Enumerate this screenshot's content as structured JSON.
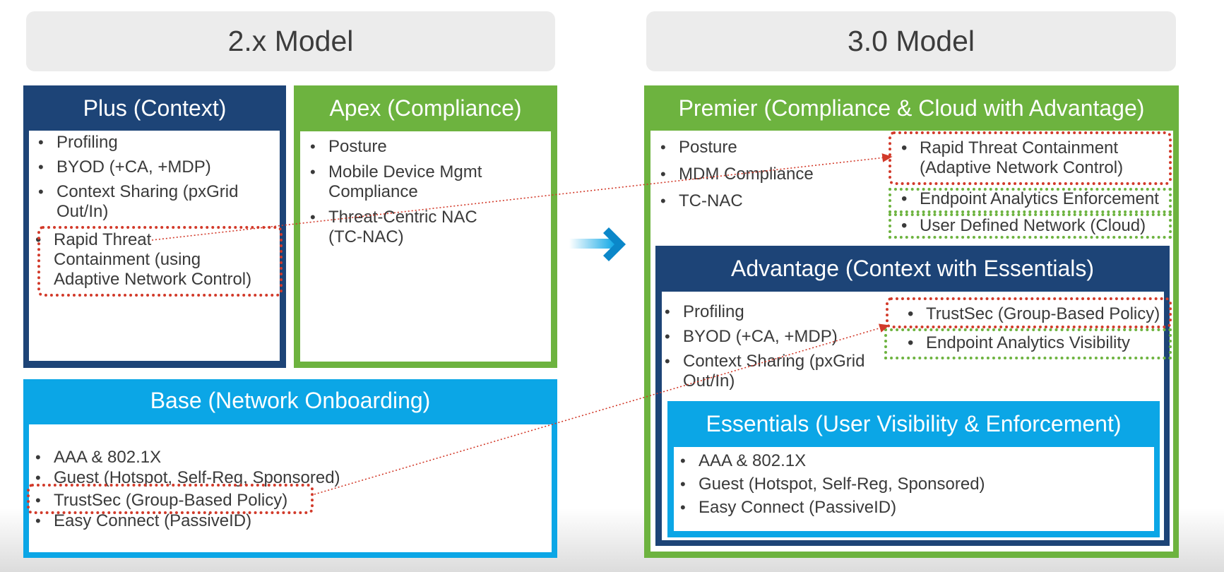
{
  "headers": {
    "left": "2.x Model",
    "right": "3.0 Model"
  },
  "plus": {
    "title": "Plus (Context)",
    "items": [
      "Profiling",
      "BYOD (+CA, +MDP)",
      "Context Sharing (pxGrid",
      "Out/In)"
    ],
    "rtc": [
      "Rapid Threat",
      "Containment  (using",
      "Adaptive Network Control)"
    ]
  },
  "apex": {
    "title": "Apex (Compliance)",
    "items": [
      "Posture",
      "Mobile Device Mgmt",
      "Compliance",
      "Threat-Centric NAC",
      "(TC-NAC)"
    ]
  },
  "base": {
    "title": "Base (Network Onboarding)",
    "items": [
      "AAA & 802.1X",
      "Guest (Hotspot, Self-Reg, Sponsored)",
      "TrustSec (Group-Based Policy)",
      "Easy Connect (PassiveID)"
    ]
  },
  "premier": {
    "title": "Premier (Compliance & Cloud with Advantage)",
    "items": [
      "Posture",
      "MDM Compliance",
      "TC-NAC"
    ],
    "rtc": [
      "Rapid Threat Containment",
      "(Adaptive Network Control)"
    ],
    "new_items": [
      "Endpoint Analytics Enforcement",
      "User Defined Network (Cloud)"
    ]
  },
  "advantage": {
    "title": "Advantage (Context with Essentials)",
    "items": [
      "Profiling",
      "BYOD (+CA, +MDP)",
      "Context Sharing (pxGrid",
      "Out/In)"
    ],
    "trustsec": "TrustSec (Group-Based Policy)",
    "new_item": "Endpoint Analytics Visibility"
  },
  "essentials": {
    "title": "Essentials (User Visibility & Enforcement)",
    "items": [
      "AAA & 802.1X",
      "Guest (Hotspot, Self-Reg, Sponsored)",
      "Easy Connect (PassiveID)"
    ]
  },
  "colors": {
    "plus_blue": "#1d4477",
    "apex_green": "#6db33f",
    "base_cyan": "#0ba6e6",
    "premier_green": "#6db33f",
    "advantage_blue": "#1d4477",
    "essentials_cyan": "#0ba6e6",
    "highlight_red": "#d23a2a",
    "arrow": "chevron-right-icon"
  }
}
